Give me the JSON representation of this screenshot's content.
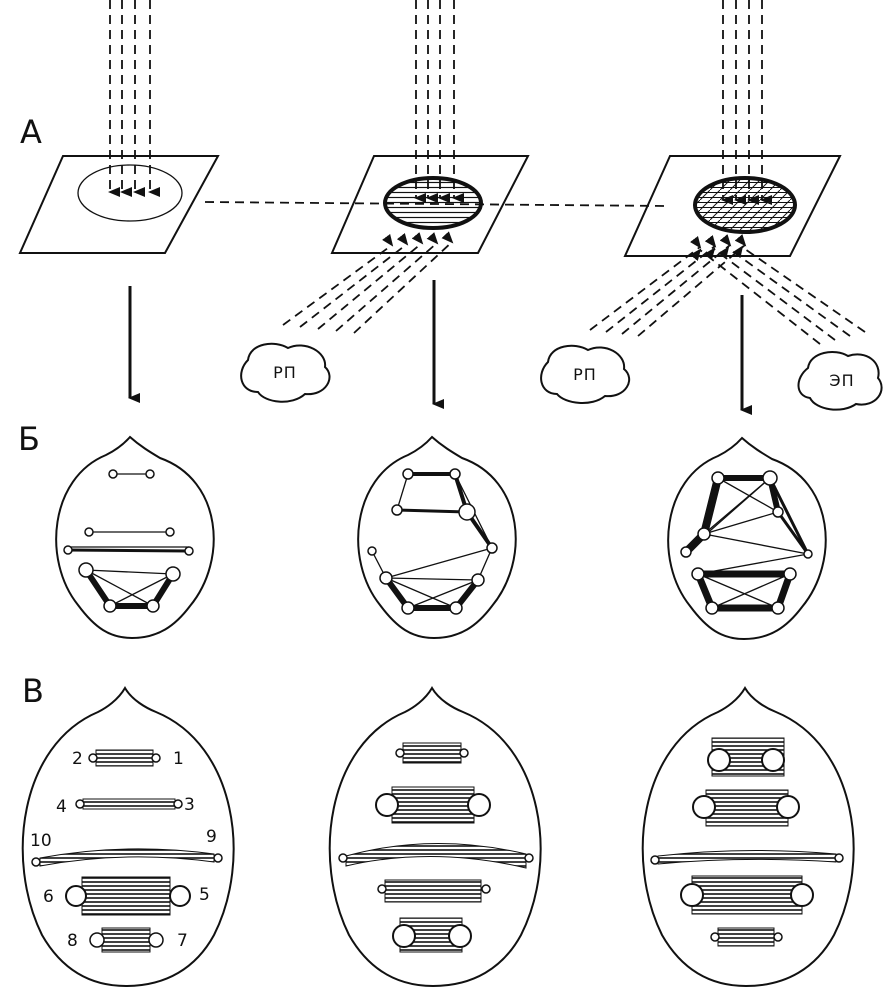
{
  "rows": {
    "a": "А",
    "b": "Б",
    "c": "В"
  },
  "blobs": {
    "rp": "РП",
    "ep": "ЭП"
  },
  "numbers": [
    "1",
    "2",
    "3",
    "4",
    "5",
    "6",
    "7",
    "8",
    "9",
    "10"
  ]
}
